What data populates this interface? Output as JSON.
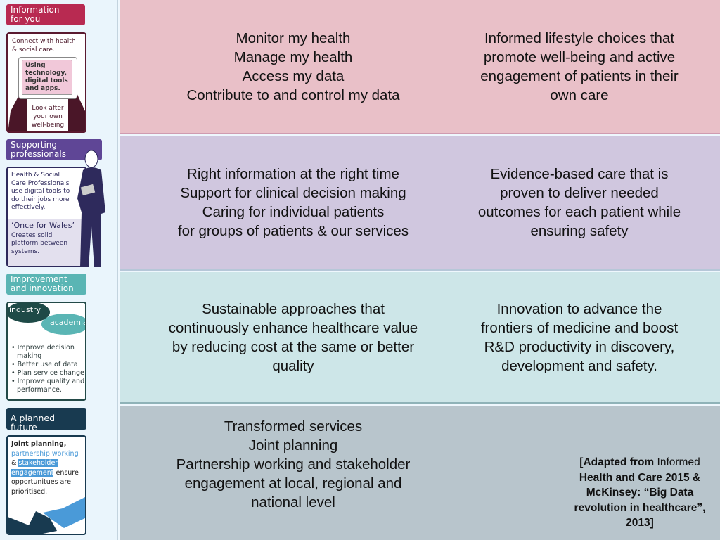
{
  "sidebar": {
    "info": {
      "title_line1": "Information",
      "title_line2": "for you",
      "intro": "Connect with health & social care.",
      "tablet_text": "Using technology, digital tools and apps.",
      "footer": "Look after your own well-being",
      "color": "#b82a51"
    },
    "professionals": {
      "title_line1": "Supporting",
      "title_line2": "professionals",
      "text": "Health & Social Care Professionals use digital tools to do their jobs more effectively.",
      "subtitle": "‘Once for Wales’",
      "subtext": "Creates solid platform between systems.",
      "color": "#5f4696"
    },
    "improvement": {
      "title_line1": "Improvement",
      "title_line2": "and innovation",
      "bubble1": "industry",
      "bubble2": "academia",
      "bullets": [
        "Improve decision making",
        "Better use of data",
        "Plan service change",
        "Improve quality and performance."
      ],
      "color": "#5ab5b4"
    },
    "future": {
      "title": "A planned future",
      "bold": "Joint planning,",
      "blue": "partnership working",
      "amp": "&",
      "highlight1": "stakeholder",
      "highlight2": "engagement",
      "rest": "ensure opportunitues are prioritised.",
      "color": "#183a50"
    }
  },
  "bands": [
    {
      "color": "#e9c0c8",
      "left": [
        "Monitor my health",
        "Manage my health",
        "Access my data",
        "Contribute to and control my data"
      ],
      "right": [
        "Informed lifestyle choices that",
        "promote well-being and active",
        "engagement of patients in their",
        "own care"
      ]
    },
    {
      "color": "#d0c7df",
      "left": [
        "Right information at the right time",
        "Support for clinical decision making",
        "Caring for individual patients",
        "for groups of patients & our services"
      ],
      "right": [
        "Evidence-based care that is",
        "proven to deliver needed",
        "outcomes for each patient while",
        "ensuring safety"
      ]
    },
    {
      "color": "#cde6e8",
      "left": [
        "Sustainable approaches that",
        "continuously enhance healthcare value",
        "by reducing cost at the same or better",
        "quality"
      ],
      "right": [
        "Innovation to advance the",
        "frontiers of medicine and boost",
        "R&D productivity in discovery,",
        "development and safety."
      ]
    },
    {
      "color": "#b8c5cc",
      "left": [
        "Transformed services",
        "Joint planning",
        "Partnership working and stakeholder",
        "engagement at local, regional and",
        "national level"
      ]
    }
  ],
  "citation": {
    "bold_start": "[Adapted from ",
    "normal": "Informed",
    "rest": "Health and Care 2015  & McKinsey: “Big Data revolution in healthcare”, 2013]"
  }
}
